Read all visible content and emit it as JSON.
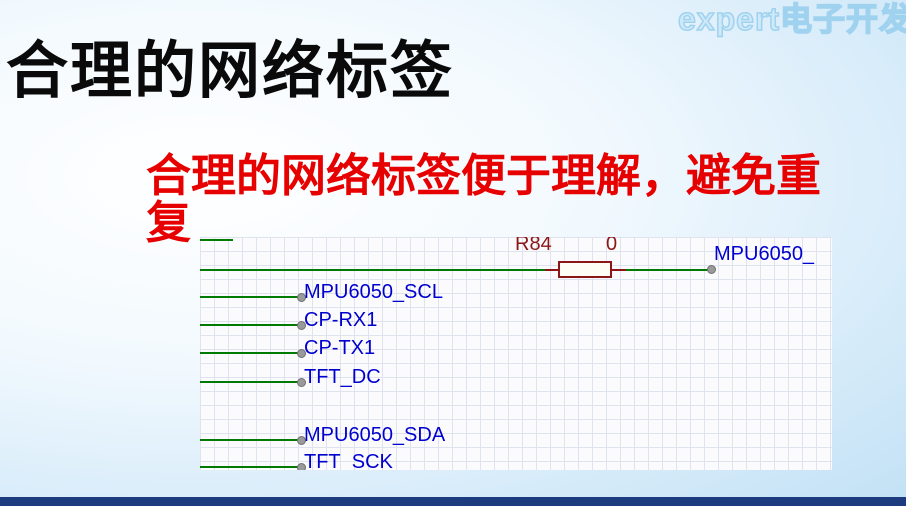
{
  "slide": {
    "title": "合理的网络标签",
    "logo": "expert电子开发",
    "highlight": "合理的网络标签便于理解，避免重复"
  },
  "schematic": {
    "resistor": {
      "designator": "R84",
      "value": "0"
    },
    "right_label": "MPU6050_",
    "nets": [
      "MPU6050_SCL",
      "CP-RX1",
      "CP-TX1",
      "TFT_DC",
      "MPU6050_SDA",
      "TFT_SCK"
    ],
    "colors": {
      "wire_green": "#007a00",
      "net_label_blue": "#0000cf",
      "component_red": "#8b1616",
      "highlight_red": "#e60000",
      "bottom_bar_navy": "#1d3c80"
    }
  }
}
